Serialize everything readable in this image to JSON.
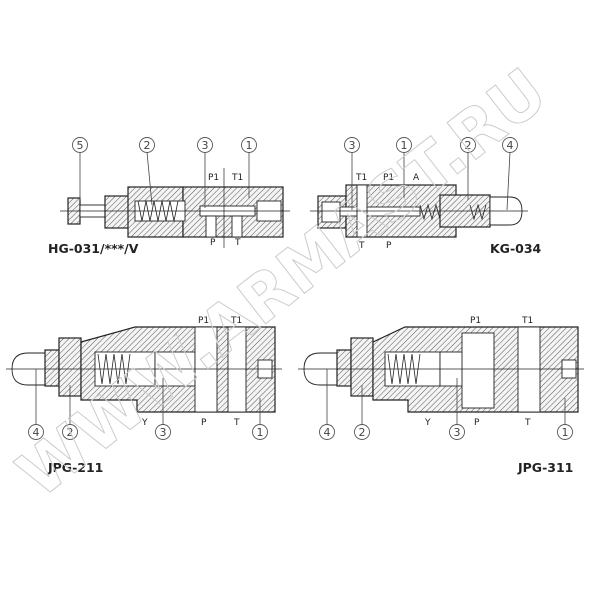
{
  "watermark": "WWW.ARMAST.RU",
  "diagrams": [
    {
      "title": "HG-031/***/V",
      "callouts": [
        "5",
        "2",
        "3",
        "1"
      ],
      "ports": [
        "P1",
        "T1",
        "P",
        "T"
      ]
    },
    {
      "title": "KG-034",
      "callouts": [
        "3",
        "1",
        "2",
        "4"
      ],
      "ports": [
        "T1",
        "P1",
        "A",
        "T",
        "P"
      ]
    },
    {
      "title": "JPG-211",
      "callouts": [
        "4",
        "2",
        "3",
        "1"
      ],
      "ports": [
        "P1",
        "T1",
        "Y",
        "P",
        "T"
      ]
    },
    {
      "title": "JPG-311",
      "callouts": [
        "4",
        "2",
        "3",
        "1"
      ],
      "ports": [
        "P1",
        "T1",
        "Y",
        "P",
        "T"
      ]
    }
  ]
}
